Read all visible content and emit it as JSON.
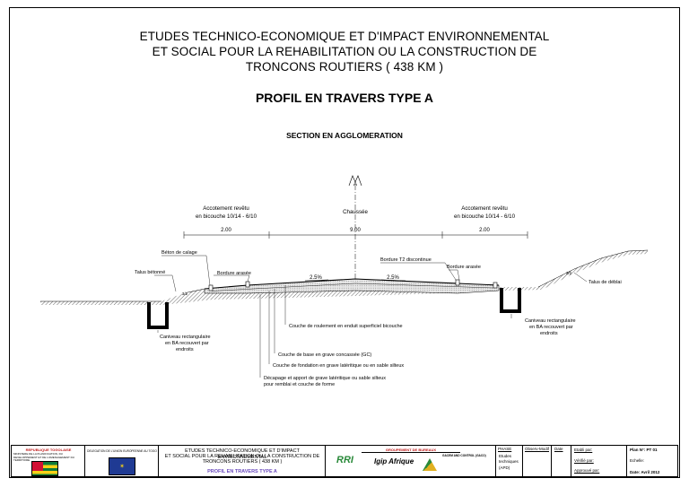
{
  "header": {
    "title_line1": "ETUDES TECHNICO-ECONOMIQUE ET D'IMPACT ENVIRONNEMENTAL",
    "title_line2": "ET SOCIAL POUR LA REHABILITATION OU LA CONSTRUCTION DE",
    "title_line3": "TRONCONS ROUTIERS ( 438 KM )",
    "subtitle": "PROFIL EN TRAVERS TYPE A",
    "section": "SECTION EN AGGLOMERATION"
  },
  "drawing": {
    "axis_label": "A",
    "left_shoulder_line1": "Accotement revêtu",
    "left_shoulder_line2": "en bicouche 10/14 - 6/10",
    "left_shoulder_width": "2.00",
    "carriageway": "Chaussée",
    "carriageway_width": "9.00",
    "right_shoulder_line1": "Accotement revêtu",
    "right_shoulder_line2": "en bicouche 10/14 - 6/10",
    "right_shoulder_width": "2.00",
    "slope_left": "2.5%",
    "slope_right": "2.5%",
    "beton_calage": "Béton de calage",
    "talus_betonne": "Talus bétonné",
    "bordure_left": "Bordure arasée",
    "bordure_t2": "Bordure T2 discontinue",
    "bordure_right": "Bordure arasée",
    "talus_deblai": "Talus de déblai",
    "slope_ratio": "3/2",
    "ditch_left_line1": "Caniveau rectangulaire",
    "ditch_left_line2": "en BA recouvert par",
    "ditch_left_line3": "endroits",
    "ditch_right_line1": "Caniveau rectangulaire",
    "ditch_right_line2": "en BA recouvert par",
    "ditch_right_line3": "endroits",
    "layer_roulement": "Couche de roulement en enduit superficiel bicouche",
    "layer_base": "Couche de base en grave concassée (GC)",
    "layer_fondation": "Couche de fondation en grave latéritique ou en sable silteux",
    "layer_decapage_line1": "Décapage et apport de grave latéritique ou sable silteux",
    "layer_decapage_line2": "pour remblai et couche de forme"
  },
  "cartouche": {
    "republic": "REPUBLIQUE TOGOLAISE",
    "ministry": "MINISTERE DE LA PLANIFICATION, DU DEVELOPPEMENT ET DE L'AMENAGEMENT DU TERRITOIRE",
    "eu": "DELEGATION DE L'UNION EUROPEENNE AU TOGO",
    "project_line1": "ETUDES TECHNICO-ECONOMIQUE ET D'IMPACT ENVIRONNEMENTAL",
    "project_line2": "ET SOCIAL POUR LA REHABILITATION OU LA CONSTRUCTION DE",
    "project_line3": "TRONCONS ROUTIERS ( 438 KM )",
    "drawing_name": "PROFIL EN TRAVERS TYPE A",
    "group": "GROUPEMENT DE BUREAUX",
    "firm1": "RRI",
    "firm2": "Igip Afrique",
    "firm3": "GACEM AND CONTROL (GACO)",
    "phase_label": "PHASE",
    "phase_line1": "Etudes",
    "phase_line2": "techniques",
    "phase_line3": "(APD)",
    "observ": "Observ-Modif",
    "date_col": "Date",
    "etabli": "Etabli par:",
    "verifie": "Vérifié par:",
    "approuve": "Approuvé par:",
    "plan_no": "Plan N°: PT 01",
    "echelle": "Echelle:",
    "date_value": "Date: Avril 2012"
  },
  "colors": {
    "line": "#000000",
    "hatch": "#555555",
    "accent_title": "#6a4bbd",
    "group_title": "#c01818"
  }
}
